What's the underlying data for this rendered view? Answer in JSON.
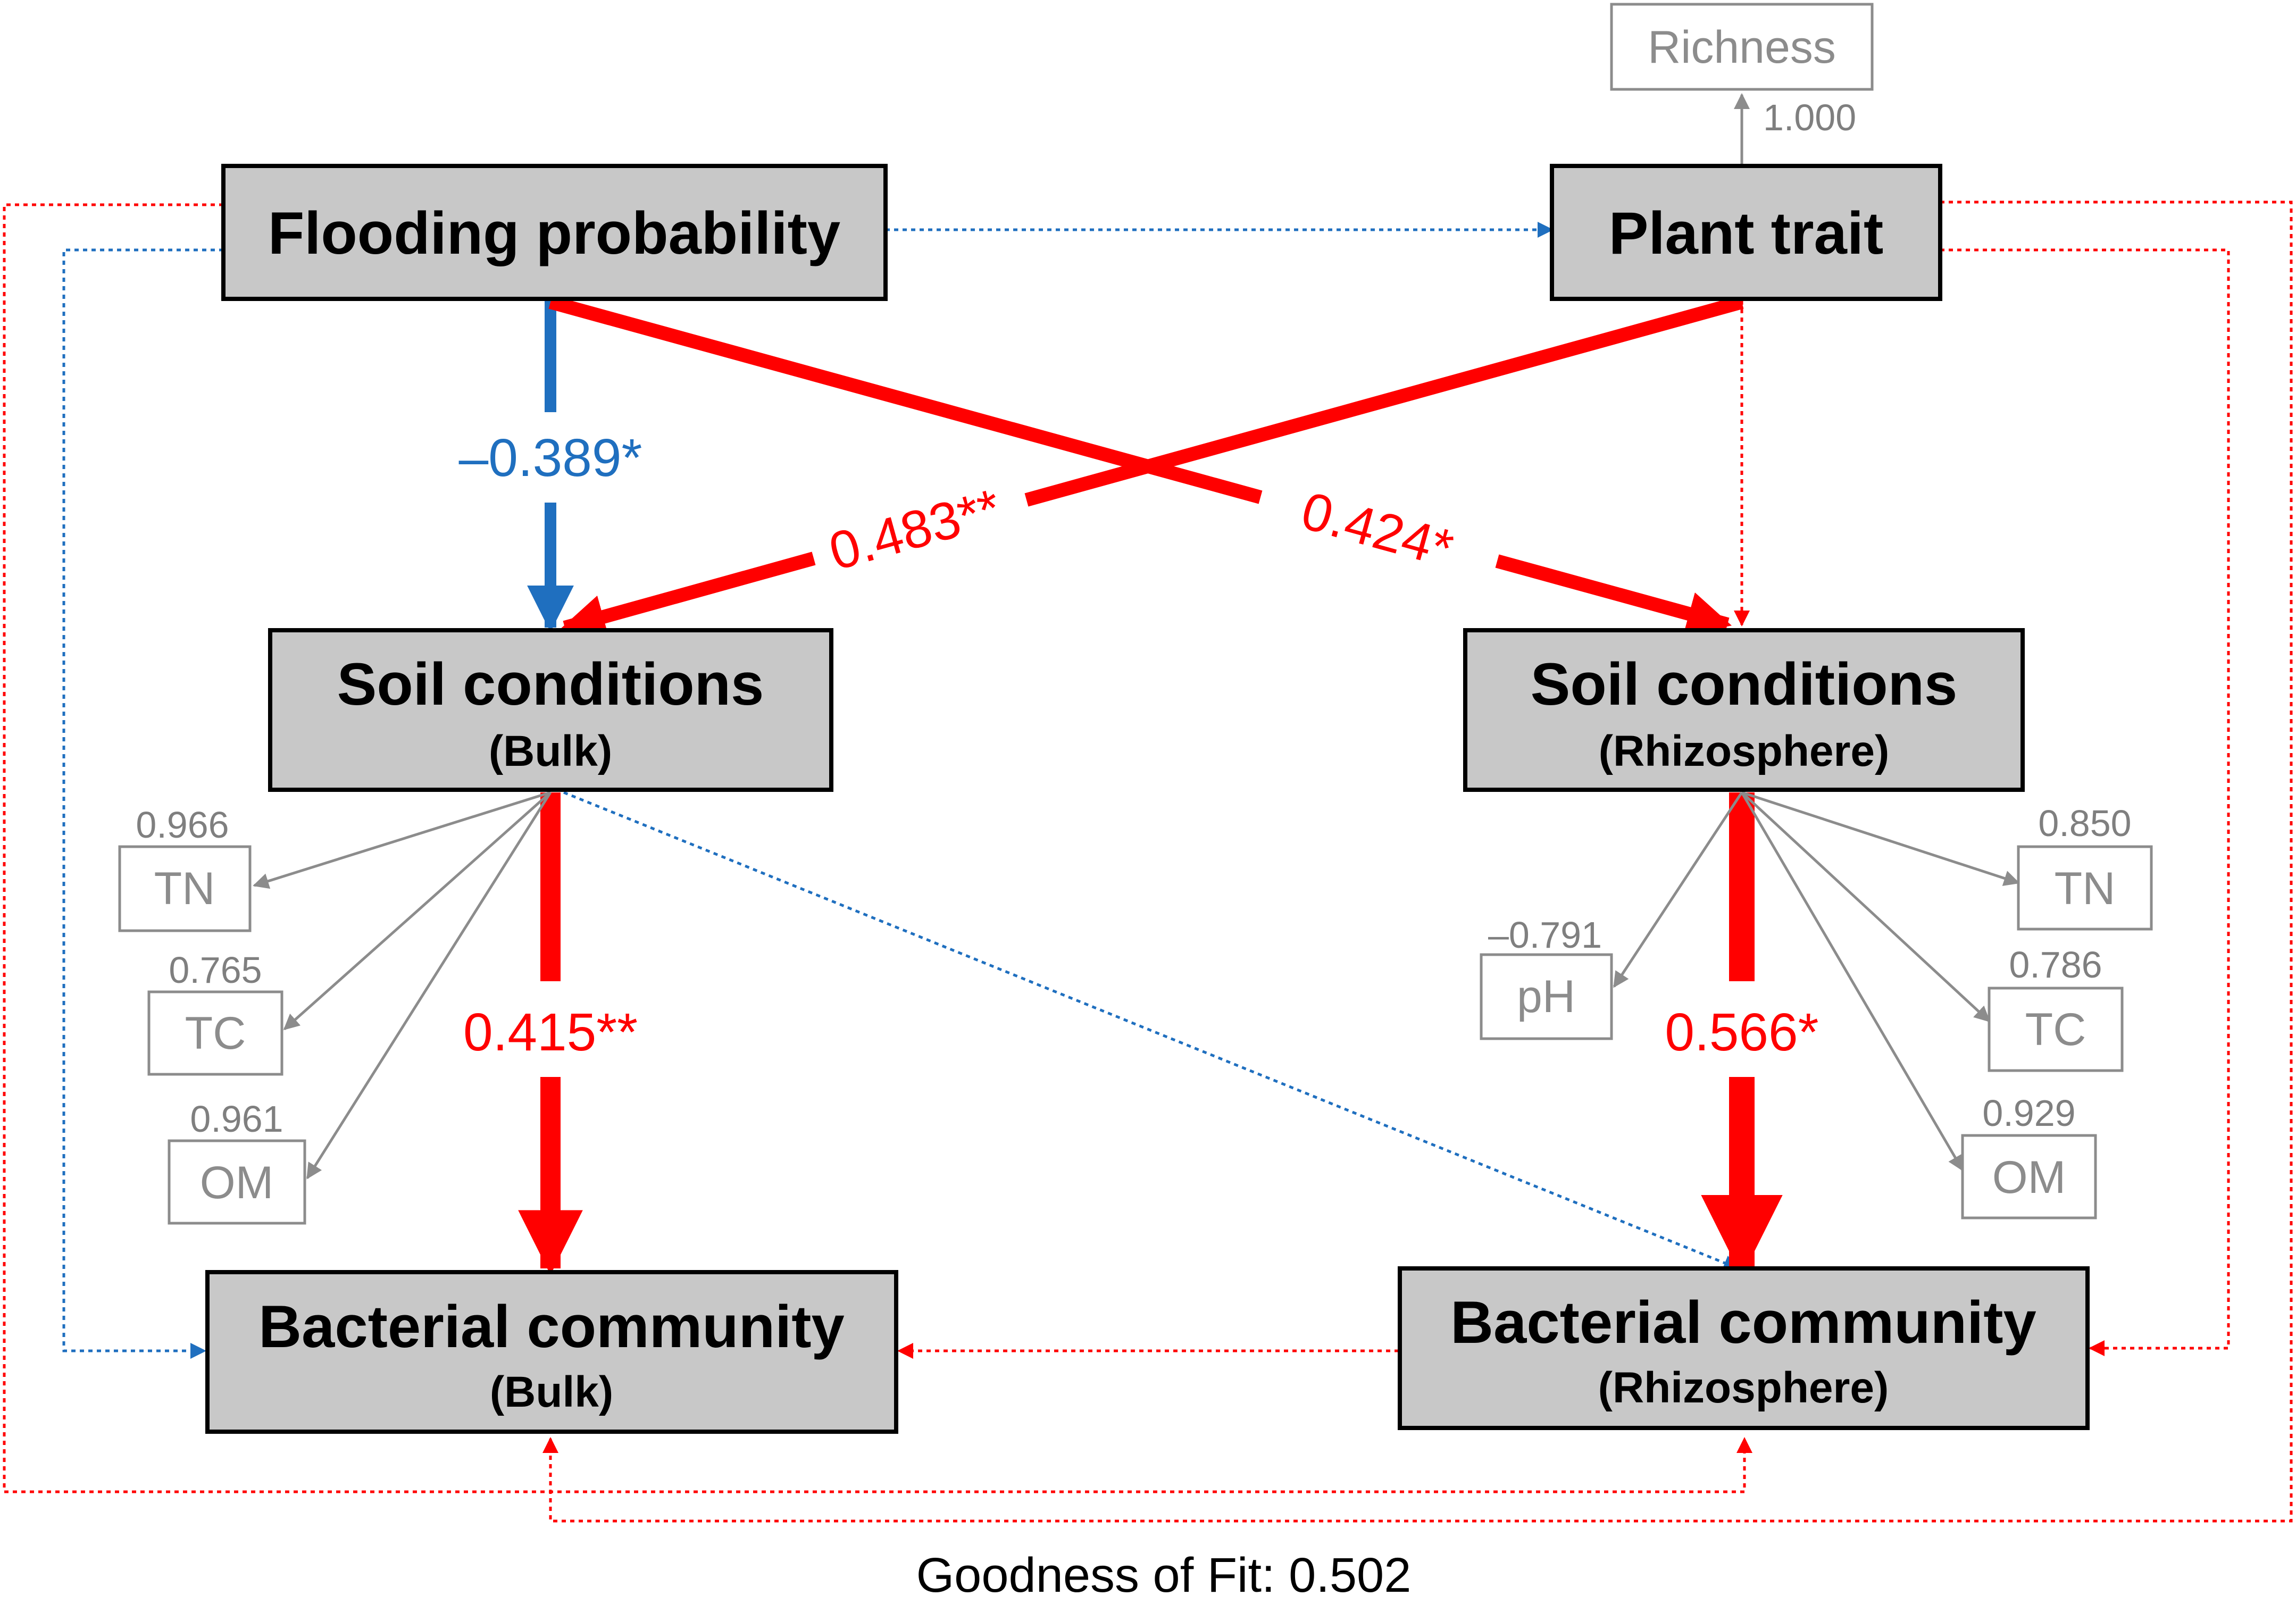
{
  "colors": {
    "positive": "#ff0000",
    "negative": "#1f6fbf",
    "box_fill": "#c8c8c8",
    "indicator": "#8c8c8c"
  },
  "nodes": {
    "flooding": {
      "label": "Flooding probability"
    },
    "plant": {
      "label": "Plant trait"
    },
    "richness": {
      "label": "Richness",
      "loading": "1.000"
    },
    "soil_bulk": {
      "label": "Soil conditions",
      "sub": "(Bulk)"
    },
    "soil_rhizo": {
      "label": "Soil conditions",
      "sub": "(Rhizosphere)"
    },
    "bact_bulk": {
      "label": "Bacterial community",
      "sub": "(Bulk)"
    },
    "bact_rhizo": {
      "label": "Bacterial community",
      "sub": "(Rhizosphere)"
    }
  },
  "indicators": {
    "bulk": [
      {
        "label": "TN",
        "loading": "0.966"
      },
      {
        "label": "TC",
        "loading": "0.765"
      },
      {
        "label": "OM",
        "loading": "0.961"
      }
    ],
    "rhizo": [
      {
        "label": "TN",
        "loading": "0.850"
      },
      {
        "label": "pH",
        "loading": "–0.791"
      },
      {
        "label": "TC",
        "loading": "0.786"
      },
      {
        "label": "OM",
        "loading": "0.929"
      }
    ]
  },
  "paths": {
    "flood_to_soil_bulk": "–0.389*",
    "plant_to_soil_bulk": "0.483**",
    "flood_to_soil_rhizo": "0.424*",
    "soil_bulk_to_bact_bulk": "0.415**",
    "soil_rhizo_to_bact_rhizo": "0.566*"
  },
  "goodness_of_fit": "Goodness of Fit: 0.502"
}
